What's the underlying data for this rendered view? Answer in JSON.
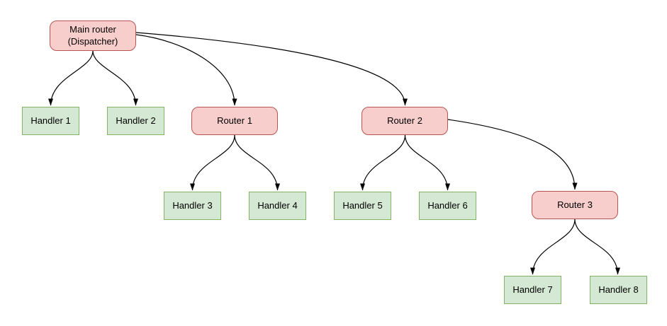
{
  "diagram": {
    "type": "tree",
    "nodes": {
      "main": {
        "label": "Main router (Dispatcher)",
        "type": "router"
      },
      "handler1": {
        "label": "Handler 1",
        "type": "handler"
      },
      "handler2": {
        "label": "Handler 2",
        "type": "handler"
      },
      "router1": {
        "label": "Router 1",
        "type": "router"
      },
      "router2": {
        "label": "Router 2",
        "type": "router"
      },
      "handler3": {
        "label": "Handler 3",
        "type": "handler"
      },
      "handler4": {
        "label": "Handler 4",
        "type": "handler"
      },
      "handler5": {
        "label": "Handler 5",
        "type": "handler"
      },
      "handler6": {
        "label": "Handler 6",
        "type": "handler"
      },
      "router3": {
        "label": "Router 3",
        "type": "router"
      },
      "handler7": {
        "label": "Handler 7",
        "type": "handler"
      },
      "handler8": {
        "label": "Handler 8",
        "type": "handler"
      }
    },
    "edges": [
      {
        "from": "main",
        "to": "handler1"
      },
      {
        "from": "main",
        "to": "handler2"
      },
      {
        "from": "main",
        "to": "router1"
      },
      {
        "from": "main",
        "to": "router2"
      },
      {
        "from": "router1",
        "to": "handler3"
      },
      {
        "from": "router1",
        "to": "handler4"
      },
      {
        "from": "router2",
        "to": "handler5"
      },
      {
        "from": "router2",
        "to": "handler6"
      },
      {
        "from": "router2",
        "to": "router3"
      },
      {
        "from": "router3",
        "to": "handler7"
      },
      {
        "from": "router3",
        "to": "handler8"
      }
    ],
    "colors": {
      "router_fill": "#f8cecc",
      "router_stroke": "#b85450",
      "handler_fill": "#d5e8d4",
      "handler_stroke": "#82b366",
      "edge": "#000000",
      "background": "#ffffff"
    }
  }
}
